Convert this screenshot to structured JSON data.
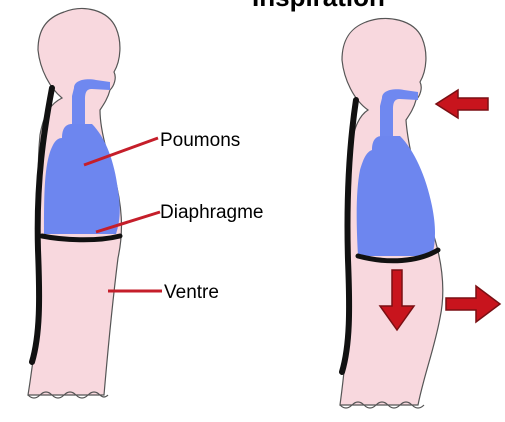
{
  "header": {
    "title_fragment": "Inspiration"
  },
  "labels": {
    "lungs": "Poumons",
    "diaphragm": "Diaphragme",
    "belly": "Ventre"
  },
  "colors": {
    "body_fill": "#f8d8de",
    "body_outline": "#555555",
    "airway_blue": "#6f88f0",
    "lung_blue": "#6d86ef",
    "spine": "#111111",
    "leader_line": "#c51e2a",
    "arrow_red": "#c8141d",
    "arrow_outline": "#7a0f13"
  },
  "icons": {
    "air_in": "arrow-left-icon",
    "diaphragm_down": "arrow-down-icon",
    "belly_out": "arrow-right-icon"
  }
}
